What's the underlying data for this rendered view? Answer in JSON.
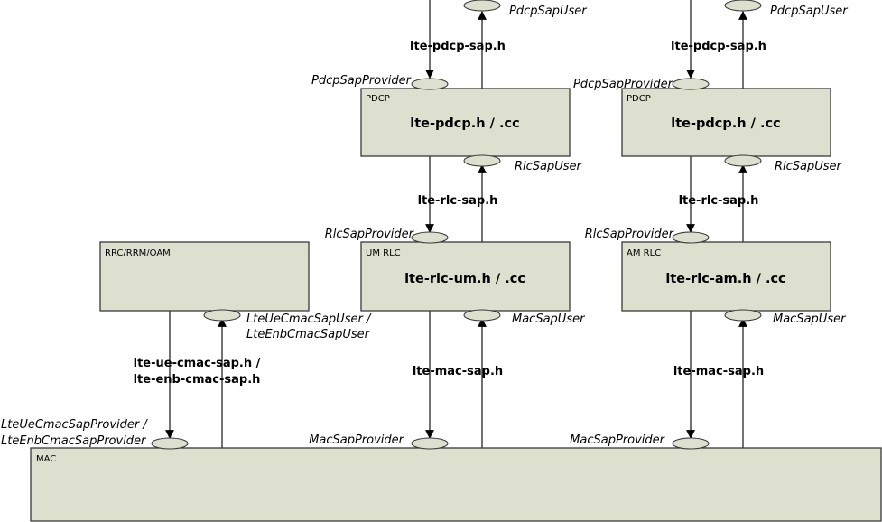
{
  "blocks": {
    "pdcp1": {
      "tag": "PDCP",
      "title": "lte-pdcp.h / .cc"
    },
    "pdcp2": {
      "tag": "PDCP",
      "title": "lte-pdcp.h / .cc"
    },
    "rlc_um": {
      "tag": "UM RLC",
      "title": "lte-rlc-um.h / .cc"
    },
    "rlc_am": {
      "tag": "AM RLC",
      "title": "lte-rlc-am.h / .cc"
    },
    "rrc": {
      "tag": "RRC/RRM/OAM",
      "title": ""
    },
    "mac": {
      "tag": "MAC",
      "title": ""
    }
  },
  "headers": {
    "pdcp_sap_1": "lte-pdcp-sap.h",
    "pdcp_sap_2": "lte-pdcp-sap.h",
    "rlc_sap_1": "lte-rlc-sap.h",
    "rlc_sap_2": "lte-rlc-sap.h",
    "mac_sap_1": "lte-mac-sap.h",
    "mac_sap_2": "lte-mac-sap.h",
    "cmac_sap_line1": "lte-ue-cmac-sap.h /",
    "cmac_sap_line2": "lte-enb-cmac-sap.h"
  },
  "saps": {
    "pdcp_user_1": "PdcpSapUser",
    "pdcp_user_2": "PdcpSapUser",
    "pdcp_provider_1": "PdcpSapProvider",
    "pdcp_provider_2": "PdcpSapProvider",
    "rlc_user_1": "RlcSapUser",
    "rlc_user_2": "RlcSapUser",
    "rlc_provider_1": "RlcSapProvider",
    "rlc_provider_2": "RlcSapProvider",
    "mac_user_1": "MacSapUser",
    "mac_user_2": "MacSapUser",
    "mac_provider_1": "MacSapProvider",
    "mac_provider_2": "MacSapProvider",
    "cmac_user_line1": "LteUeCmacSapUser /",
    "cmac_user_line2": "LteEnbCmacSapUser",
    "cmac_provider_line1": "LteUeCmacSapProvider /",
    "cmac_provider_line2": "LteEnbCmacSapProvider"
  }
}
